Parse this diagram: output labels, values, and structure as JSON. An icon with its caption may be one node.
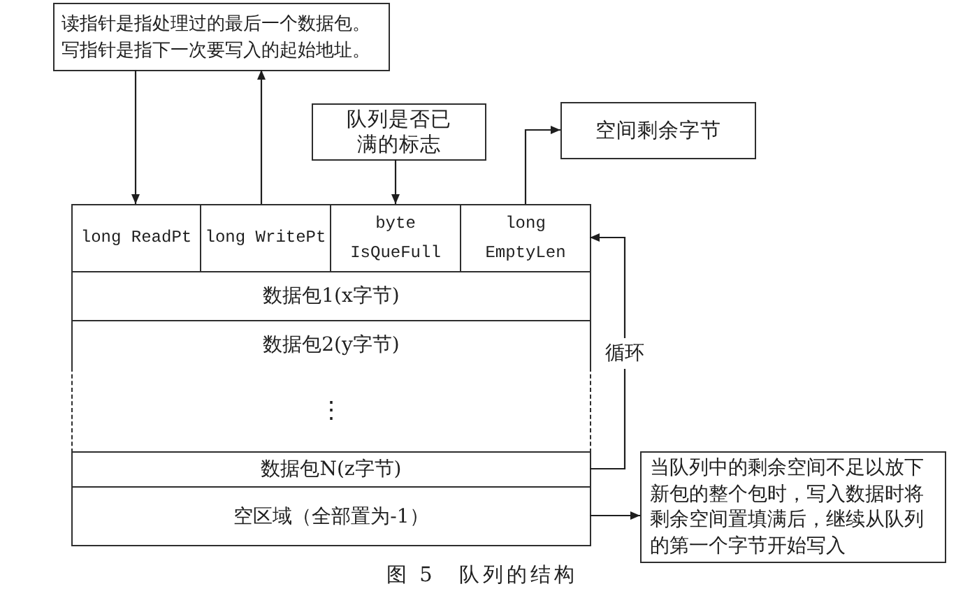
{
  "diagram": {
    "caption": "图 5　队列的结构",
    "nodes": [
      {
        "text": [
          "读指针是指处理过的最后一个数据包。写指针是指下一次要写入的起始地址。"
        ]
      },
      {
        "text": [
          "队列是否已满的标志"
        ]
      },
      {
        "text": [
          "空间剩余字节"
        ]
      },
      {
        "text": [
          "long ReadPt"
        ]
      },
      {
        "text": [
          "long WritePt"
        ]
      },
      {
        "text": [
          "byte IsQueFull"
        ]
      },
      {
        "text": [
          "long EmptyLen"
        ]
      },
      {
        "text": [
          "数据包1(x字节)"
        ]
      },
      {
        "text": [
          "数据包2(y字节)"
        ]
      },
      {
        "text": [
          "⋮"
        ]
      },
      {
        "text": [
          "数据包N(z字节)"
        ]
      },
      {
        "text": [
          "空区域（全部置为-1）"
        ]
      },
      {
        "text": [
          "当队列中的剩余空间不足以放下新包的整个包时，写入数据时将剩余空间置填满后，继续从队列的第一个字节开始写入"
        ]
      }
    ],
    "edges": [
      {
        "from": 0,
        "to": 3,
        "arrow": "to"
      },
      {
        "from": 4,
        "to": 0,
        "arrow": "to"
      },
      {
        "from": 1,
        "to": 5,
        "arrow": "to"
      },
      {
        "from": 6,
        "to": 2,
        "arrow": "to"
      },
      {
        "from": 10,
        "to": 6,
        "arrow": "to",
        "label": "循环"
      },
      {
        "from": 11,
        "to": 12,
        "arrow": "to"
      }
    ]
  }
}
